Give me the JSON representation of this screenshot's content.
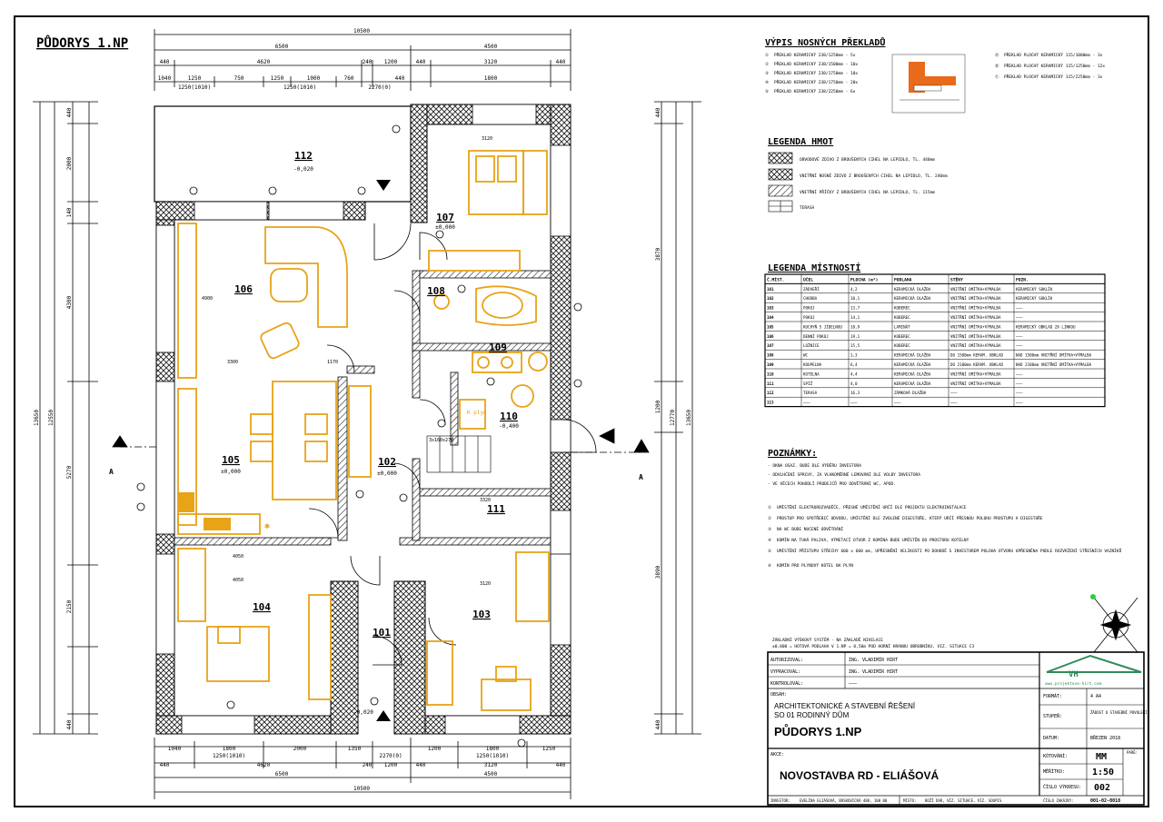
{
  "sheet_title": "PŮDORYS 1.NP",
  "dims": {
    "top_total": "10500",
    "top_left": "6500",
    "top_right": "4500",
    "top_row2": [
      "440",
      "4620",
      "240",
      "1200",
      "440",
      "3120",
      "440"
    ],
    "top_row3": [
      "1040",
      "1250",
      "750",
      "1250",
      "1000",
      "760",
      "440",
      "1800"
    ],
    "top_row3b": [
      "1250(1010)",
      "1250(1010)",
      "2270(0)"
    ],
    "bottom_total": "10500",
    "bottom_left": "6500",
    "bottom_right": "4500",
    "bottom_row1": [
      "1040",
      "1800",
      "2000",
      "1350",
      "1200",
      "1800",
      "1250"
    ],
    "bottom_row1b": [
      "1250(1010)",
      "1250(1010)",
      "2270(0)"
    ],
    "bottom_row2": [
      "440",
      "4620",
      "240",
      "1200",
      "440",
      "3120",
      "440"
    ],
    "left_total": "13650",
    "left_inner": "12550",
    "left_parts": [
      "440",
      "2000",
      "140",
      "4300",
      "5270",
      "2150",
      "440"
    ],
    "right_total": "13650",
    "right_inner": "12770",
    "right_parts": [
      "440",
      "3870",
      "1200",
      "3890",
      "440"
    ],
    "inner": [
      "3300",
      "4050",
      "4900",
      "4050",
      "1170",
      "3320",
      "3120",
      "3120"
    ]
  },
  "rooms": [
    {
      "num": "112",
      "level": "-0,020"
    },
    {
      "num": "107",
      "level": "±0,000"
    },
    {
      "num": "106",
      "level": ""
    },
    {
      "num": "108",
      "level": ""
    },
    {
      "num": "109",
      "level": ""
    },
    {
      "num": "110",
      "level": "-0,400"
    },
    {
      "num": "105",
      "level": "±0,000"
    },
    {
      "num": "102",
      "level": "±0,000"
    },
    {
      "num": "111",
      "level": ""
    },
    {
      "num": "104",
      "level": ""
    },
    {
      "num": "103",
      "level": ""
    },
    {
      "num": "101",
      "level": "-0,020"
    }
  ],
  "plan_labels": {
    "plyn": "K\nplyn",
    "stair": "3x160x270",
    "section_a": "A"
  },
  "lintels": {
    "title": "VÝPIS NOSNÝCH PŘEKLADŮ",
    "left": [
      {
        "key": "①",
        "text": "PŘEKLAD KERAMICKÝ 238/1250mm - 5x"
      },
      {
        "key": "②",
        "text": "PŘEKLAD KERAMICKÝ 238/1500mm - 10x"
      },
      {
        "key": "③",
        "text": "PŘEKLAD KERAMICKÝ 238/1750mm - 10x"
      },
      {
        "key": "④",
        "text": "PŘEKLAD KERAMICKÝ 238/1750mm - 20x"
      },
      {
        "key": "⑤",
        "text": "PŘEKLAD KERAMICKÝ 238/2250mm - 6x"
      }
    ],
    "right": [
      {
        "key": "Ⓐ",
        "text": "PŘEKLAD PLOCHÝ KERAMICKÝ 115/1000mm - 3x"
      },
      {
        "key": "Ⓑ",
        "text": "PŘEKLAD PLOCHÝ KERAMICKÝ 115/1250mm - 12x"
      },
      {
        "key": "Ⓒ",
        "text": "PŘEKLAD PLOCHÝ KERAMICKÝ 115/2250mm - 3x"
      }
    ]
  },
  "materials": {
    "title": "LEGENDA HMOT",
    "items": [
      "OBVODOVÉ ZDIVO Z BROUŠENÝCH CIHEL NA LEPIDLO, TL. 440mm",
      "VNITŘNÍ NOSNÉ ZDIVO Z BROUŠENÝCH CIHEL NA LEPIDLO, TL. 240mm",
      "VNITŘNÍ PŘÍČKY Z BROUŠENÝCH CIHEL NA LEPIDLO, TL. 115mm",
      "TERASA"
    ]
  },
  "rooms_legend": {
    "title": "LEGENDA MÍSTNOSTÍ",
    "headers": [
      "Č.MÍST.",
      "ÚČEL",
      "PLOCHA (m²)",
      "PODLAHA",
      "STĚNY",
      "POZN."
    ],
    "rows": [
      [
        "101",
        "ZÁDVEŘÍ",
        "4,2",
        "KERAMICKÁ DLAŽBA",
        "VNITŘNÍ OMÍTKA+VÝMALBA",
        "KERAMICKÝ SOKLÍK"
      ],
      [
        "102",
        "CHODBA",
        "10,1",
        "KERAMICKÁ DLAŽBA",
        "VNITŘNÍ OMÍTKA+VÝMALBA",
        "KERAMICKÝ SOKLÍK"
      ],
      [
        "103",
        "POKOJ",
        "13,7",
        "KOBEREC",
        "VNITŘNÍ OMÍTKA+VÝMALBA",
        "———"
      ],
      [
        "104",
        "POKOJ",
        "14,1",
        "KOBEREC",
        "VNITŘNÍ OMÍTKA+VÝMALBA",
        "———"
      ],
      [
        "105",
        "KUCHYŇ S JÍDELNOU",
        "18,9",
        "LAMINÁT",
        "VNITŘNÍ OMÍTKA+VÝMALBA",
        "KERAMICKÝ OBKLAD ZA LINKOU"
      ],
      [
        "106",
        "DENNÍ POKOJ",
        "19,1",
        "KOBEREC",
        "VNITŘNÍ OMÍTKA+VÝMALBA",
        "———"
      ],
      [
        "107",
        "LOŽNICE",
        "15,5",
        "KOBEREC",
        "VNITŘNÍ OMÍTKA+VÝMALBA",
        "———"
      ],
      [
        "108",
        "WC",
        "1,3",
        "KERAMICKÁ DLAŽBA",
        "DO 1500mm KERAM. OBKLAD",
        "NAD 1500mm VNITŘNÍ OMÍTKA+VÝMALBA"
      ],
      [
        "109",
        "KOUPELNA",
        "6,4",
        "KERAMICKÁ DLAŽBA",
        "DO 2100mm KERAM. OBKLAD",
        "NAD 2100mm VNITŘNÍ OMÍTKA+VÝMALBA"
      ],
      [
        "110",
        "KOTELNA",
        "4,4",
        "KERAMICKÁ DLAŽBA",
        "VNITŘNÍ OMÍTKA+VÝMALBA",
        "———"
      ],
      [
        "111",
        "SPÍŽ",
        "4,0",
        "KERAMICKÁ DLAŽBA",
        "VNITŘNÍ OMÍTKA+VÝMALBA",
        "———"
      ],
      [
        "112",
        "TERASA",
        "16,3",
        "ZÁMKOVÁ DLAŽBA",
        "———",
        "———"
      ],
      [
        "113",
        "———",
        "———",
        "———",
        "———",
        "———"
      ]
    ]
  },
  "notes": {
    "title": "POZNÁMKY:",
    "bullets": [
      "- OKNA OSAZ. BUDE DLE VÝBĚRU INVESTORA",
      "- ODVLHČENÍ SPRCHY, ZA VLHKOMĚRNÉ LEMOVÁNÍ DLE VOLBY INVESTORA",
      "- VE VĚCECH POHODLÍ PRODEJCŮ PRO ODVĚTRÁNÍ WC, APOD."
    ],
    "numbered": [
      {
        "key": "①",
        "text": "UMÍSTĚNÍ ELEKTROROZVADĚČE, PŘESNÉ UMÍSTĚNÍ URČÍ DLE PROJEKTU ELEKTROINSTALACE"
      },
      {
        "key": "②",
        "text": "PROSTUP PRO SPOTŘEBIČ ODVODU, UMÍSTĚNÍ DLE ZVOLENÉ DIGESTOŘE, KTERÝ URČÍ PŘESNOU POLOHU PROSTUPU A DIGESTOŘE"
      },
      {
        "key": "③",
        "text": "NA WC BUDE NUCENÉ ODVĚTRÁNÍ"
      },
      {
        "key": "④",
        "text": "KOMÍN NA TUHÁ PALIVA, VÝMETACÍ OTVOR Z KOMÍNA BUDE UMÍSTĚN DO PROSTORU KOTELNY"
      },
      {
        "key": "⑤",
        "text": "UMÍSTĚNÍ PŘÍSTUPU STŘECHY 600 x 600 mm, UPŘESNĚNÍ VELIKOSTI PO DOHODĚ S INVESTOREM POLOHA OTVORU UPŘESNĚNA PODLE ROZVRŽENÍ STŘEŠNÍCH VAZNÍKŮ"
      },
      {
        "key": "⑥",
        "text": "KOMÍN PRO PLYNOVÝ KOTEL NA PLYN"
      }
    ]
  },
  "level_note": {
    "line1": "ZÁKLADNÍ VÝŠKOVÝ SYSTÉM - NA ZÁKLADĚ NIVELACE",
    "line2": "±0,000 = HOTOVÁ PODLAHA V 1.NP = 0,50m POD HORNÍ HRANOU OBRUBNÍKU, VIZ. SITUACE C3"
  },
  "title_block": {
    "rows_left": [
      {
        "label": "AUTORIZOVAL:",
        "value": "ING. VLADIMÍR HIRT"
      },
      {
        "label": "VYPRACOVAL:",
        "value": "ING. VLADIMÍR HIRT"
      },
      {
        "label": "KONTROLOVAL:",
        "value": "———"
      }
    ],
    "obsah_label": "OBSAH:",
    "obsah_line1": "ARCHITEKTONICKÉ A STAVEBNÍ ŘEŠENÍ",
    "obsah_line2": "SO 01 RODINNÝ DŮM",
    "drawing_title": "PŮDORYS 1.NP",
    "akce_label": "AKCE:",
    "akce_value": "NOVOSTAVBA RD - ELIÁŠOVÁ",
    "investor_label": "INVESTOR:",
    "investor_value": "EVELÍNA ELIÁŠOVÁ, BOSKOVICKÁ 488, 100 00",
    "misto_label": "MÍSTO:",
    "misto_value": "BOŽÍ DAR, VIZ. SITUACE, VIZ. SOUPIS",
    "logo_text": "www.projektove-hirt.com",
    "format_label": "FORMÁT:",
    "format_value": "4 A4",
    "stupen_label": "STUPEŇ:",
    "stupen_value": "ŽÁDOST O STAVEBNÍ POVOLENÍ",
    "datum_label": "DATUM:",
    "datum_value": "BŘEZEN 2018",
    "kotovani_label": "KÓTOVÁNÍ:",
    "kotovani_value": "MM",
    "meritko_label": "MĚŘÍTKO:",
    "meritko_value": "1:50",
    "vykres_label": "ČÍSLO VÝKRESU:",
    "vykres_value": "002",
    "zakazka_label": "ČÍSLO ZAKÁZKY:",
    "zakazka_value": "001-02-0018",
    "pare_label": "PARÉ:"
  }
}
